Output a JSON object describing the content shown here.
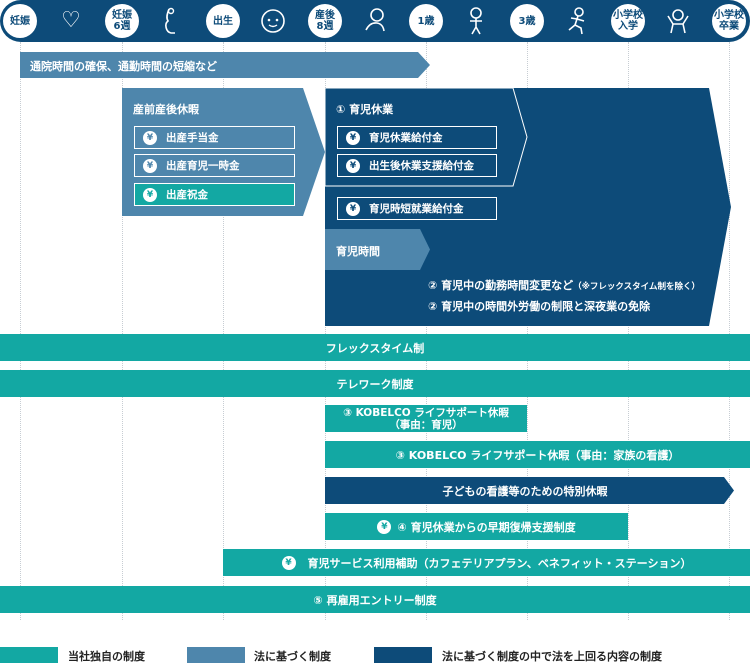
{
  "colors": {
    "teal": "#13a8a3",
    "steel": "#4e86ac",
    "navy": "#0d4b79"
  },
  "timeline": {
    "milestones": [
      "妊娠",
      "妊娠\n6週",
      "出生",
      "産後\n8週",
      "1歳",
      "3歳",
      "小学校\n入学",
      "小学校\n卒業"
    ],
    "icons": [
      "sparkle-heart-icon",
      "pregnant-belly-icon",
      "baby-face-icon",
      "crawling-baby-icon",
      "standing-toddler-icon",
      "running-child-icon",
      "waving-child-icon"
    ]
  },
  "commute": "通院時間の確保、通勤時間の短縮など",
  "prenatal": {
    "title": "産前産後休暇",
    "items": [
      "出産手当金",
      "出産育児一時金",
      "出産祝金"
    ]
  },
  "childcare": {
    "title": "① 育児休業",
    "items": [
      "育児休業給付金",
      "出生後休業支援給付金"
    ],
    "short_time_benefit": "育児時短就業給付金",
    "childcare_time": "育児時間",
    "note1_main": "② 育児中の勤務時間変更など",
    "note1_sub": "（※フレックスタイム制を除く）",
    "note2": "② 育児中の時間外労働の制限と深夜業の免除"
  },
  "bars": {
    "flex": "フレックスタイム制",
    "telework": "テレワーク制度",
    "kobelco_childcare_l1": "③ KOBELCO ライフサポート休暇",
    "kobelco_childcare_l2": "（事由：育児）",
    "kobelco_family": "③ KOBELCO ライフサポート休暇（事由：家族の看護）",
    "special_leave": "子どもの看護等のための特別休暇",
    "early_return": "④ 育児休業からの早期復帰支援制度",
    "childcare_service": "育児サービス利用補助（カフェテリアプラン、ベネフィット・ステーション）",
    "rehire": "⑤ 再雇用エントリー制度"
  },
  "yen_symbol": "¥",
  "legend": [
    "当社独自の制度",
    "法に基づく制度",
    "法に基づく制度の中で法を上回る内容の制度"
  ]
}
